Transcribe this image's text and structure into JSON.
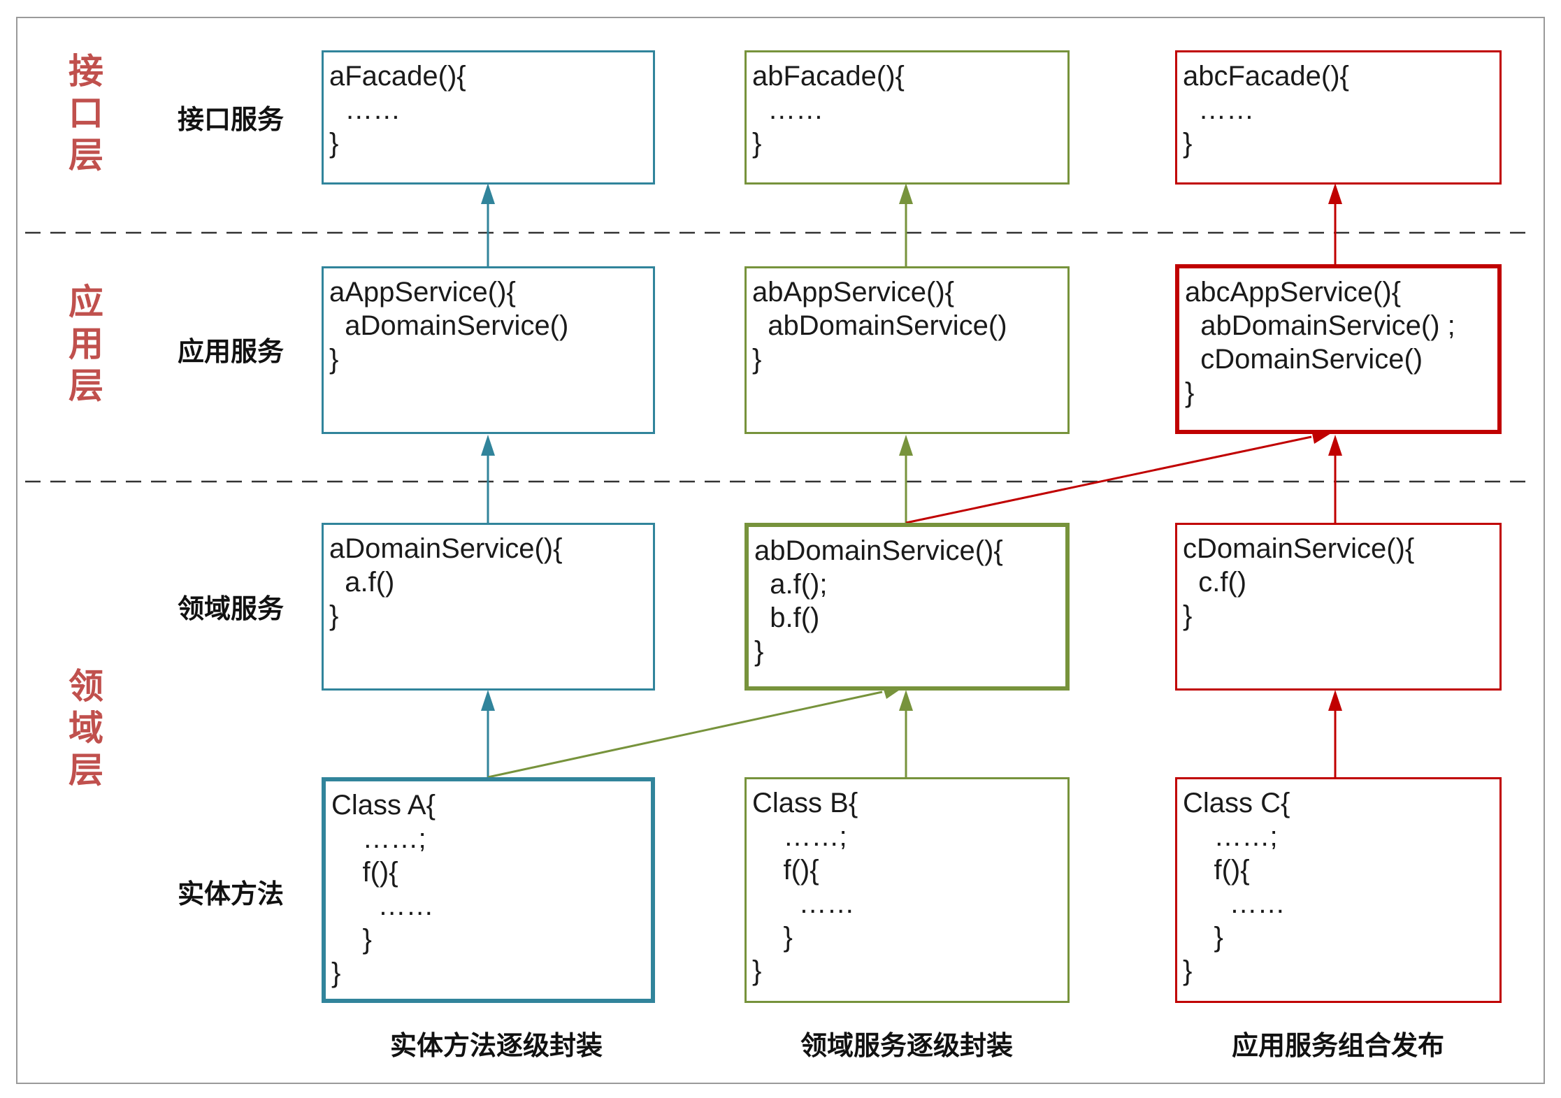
{
  "layers": {
    "interface": "接口层",
    "application": "应用层",
    "domain": "领域层"
  },
  "rows": {
    "facade": "接口服务",
    "app": "应用服务",
    "domain": "领域服务",
    "entity": "实体方法"
  },
  "columns": {
    "a": "实体方法逐级封装",
    "b": "领域服务逐级封装",
    "c": "应用服务组合发布"
  },
  "boxes": {
    "a_facade": "aFacade(){\n  ……\n}",
    "b_facade": "abFacade(){\n  ……\n}",
    "c_facade": "abcFacade(){\n  ……\n}",
    "a_app": "aAppService(){\n  aDomainService()\n}",
    "b_app": "abAppService(){\n  abDomainService()\n}",
    "c_app": "abcAppService(){\n  abDomainService() ;\n  cDomainService()\n}",
    "a_domain": "aDomainService(){\n  a.f()\n}",
    "b_domain": "abDomainService(){\n  a.f();\n  b.f()\n}",
    "c_domain": "cDomainService(){\n  c.f()\n}",
    "a_entity": "Class A{\n    ……;\n    f(){\n      ……\n    }\n}",
    "b_entity": "Class B{\n    ……;\n    f(){\n      ……\n    }\n}",
    "c_entity": "Class C{\n    ……;\n    f(){\n      ……\n    }\n}"
  },
  "colors": {
    "teal": "#31849b",
    "green": "#77933c",
    "red": "#c00000",
    "layer_label": "#c0504d"
  }
}
